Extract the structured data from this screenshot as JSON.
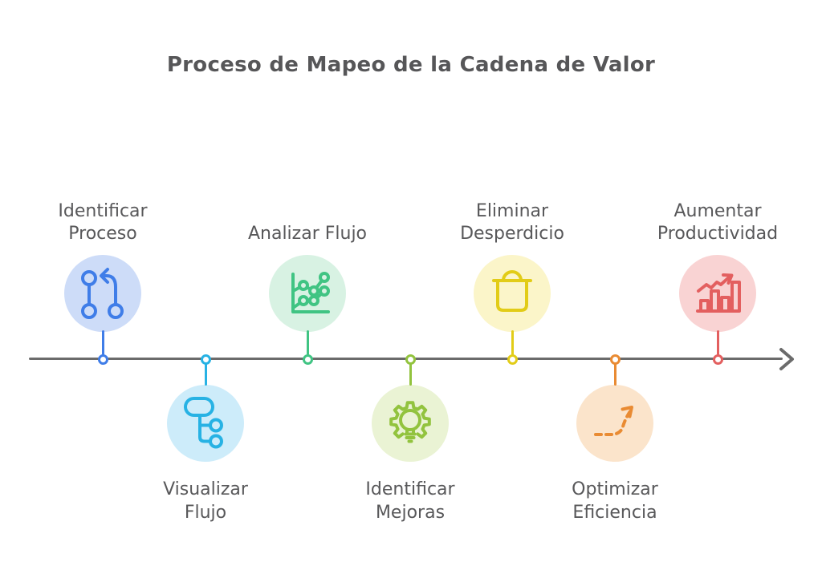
{
  "title": "Proceso de Mapeo de la Cadena de Valor",
  "timeline": {
    "axis_color": "#6b6b6b"
  },
  "steps": [
    {
      "label": "Identificar\nProceso",
      "position": "above",
      "accent": "#3f7de8",
      "circle_fill": "#cddcf8",
      "icon": "process-cycle-icon"
    },
    {
      "label": "Visualizar\nFlujo",
      "position": "below",
      "accent": "#27b2e4",
      "circle_fill": "#cdecfa",
      "icon": "flowchart-icon"
    },
    {
      "label": "Analizar Flujo",
      "position": "above",
      "accent": "#40c483",
      "circle_fill": "#d8f2e3",
      "icon": "line-chart-icon"
    },
    {
      "label": "Identificar\nMejoras",
      "position": "below",
      "accent": "#92c33e",
      "circle_fill": "#eaf3d4",
      "icon": "gear-bulb-icon"
    },
    {
      "label": "Eliminar\nDesperdicio",
      "position": "above",
      "accent": "#e2cc17",
      "circle_fill": "#fbf5c9",
      "icon": "trash-bin-icon"
    },
    {
      "label": "Optimizar\nEficiencia",
      "position": "below",
      "accent": "#e98b33",
      "circle_fill": "#fbe4cb",
      "icon": "rising-dashed-arrow-icon"
    },
    {
      "label": "Aumentar\nProductividad",
      "position": "above",
      "accent": "#e35f5f",
      "circle_fill": "#f9d3d3",
      "icon": "bar-chart-growth-icon"
    }
  ]
}
